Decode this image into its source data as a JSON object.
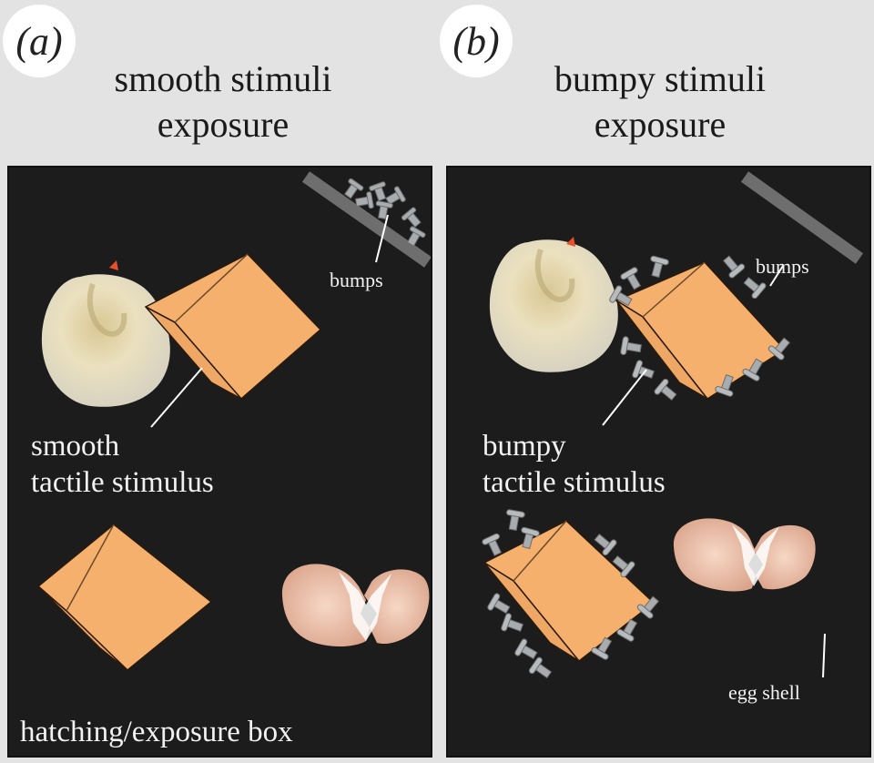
{
  "panel_a": {
    "label": "(a)",
    "title_line1": "smooth stimuli",
    "title_line2": "exposure",
    "bumps_label": "bumps",
    "stimulus_line1": "smooth",
    "stimulus_line2": "tactile stimulus",
    "box_label": "hatching/exposure box"
  },
  "panel_b": {
    "label": "(b)",
    "title_line1": "bumpy stimuli",
    "title_line2": "exposure",
    "bumps_label": "bumps",
    "stimulus_line1": "bumpy",
    "stimulus_line2": "tactile stimulus",
    "egg_label": "egg shell"
  },
  "colors": {
    "background": "#e3e3e3",
    "box": "#1c1c1c",
    "cube_face": "#f5b06e",
    "cube_edge": "#2a1a0a",
    "bump": "#a9acae",
    "chick": "#efe6c8",
    "beak": "#e8502a",
    "eggshell": "#f0c7b0"
  }
}
